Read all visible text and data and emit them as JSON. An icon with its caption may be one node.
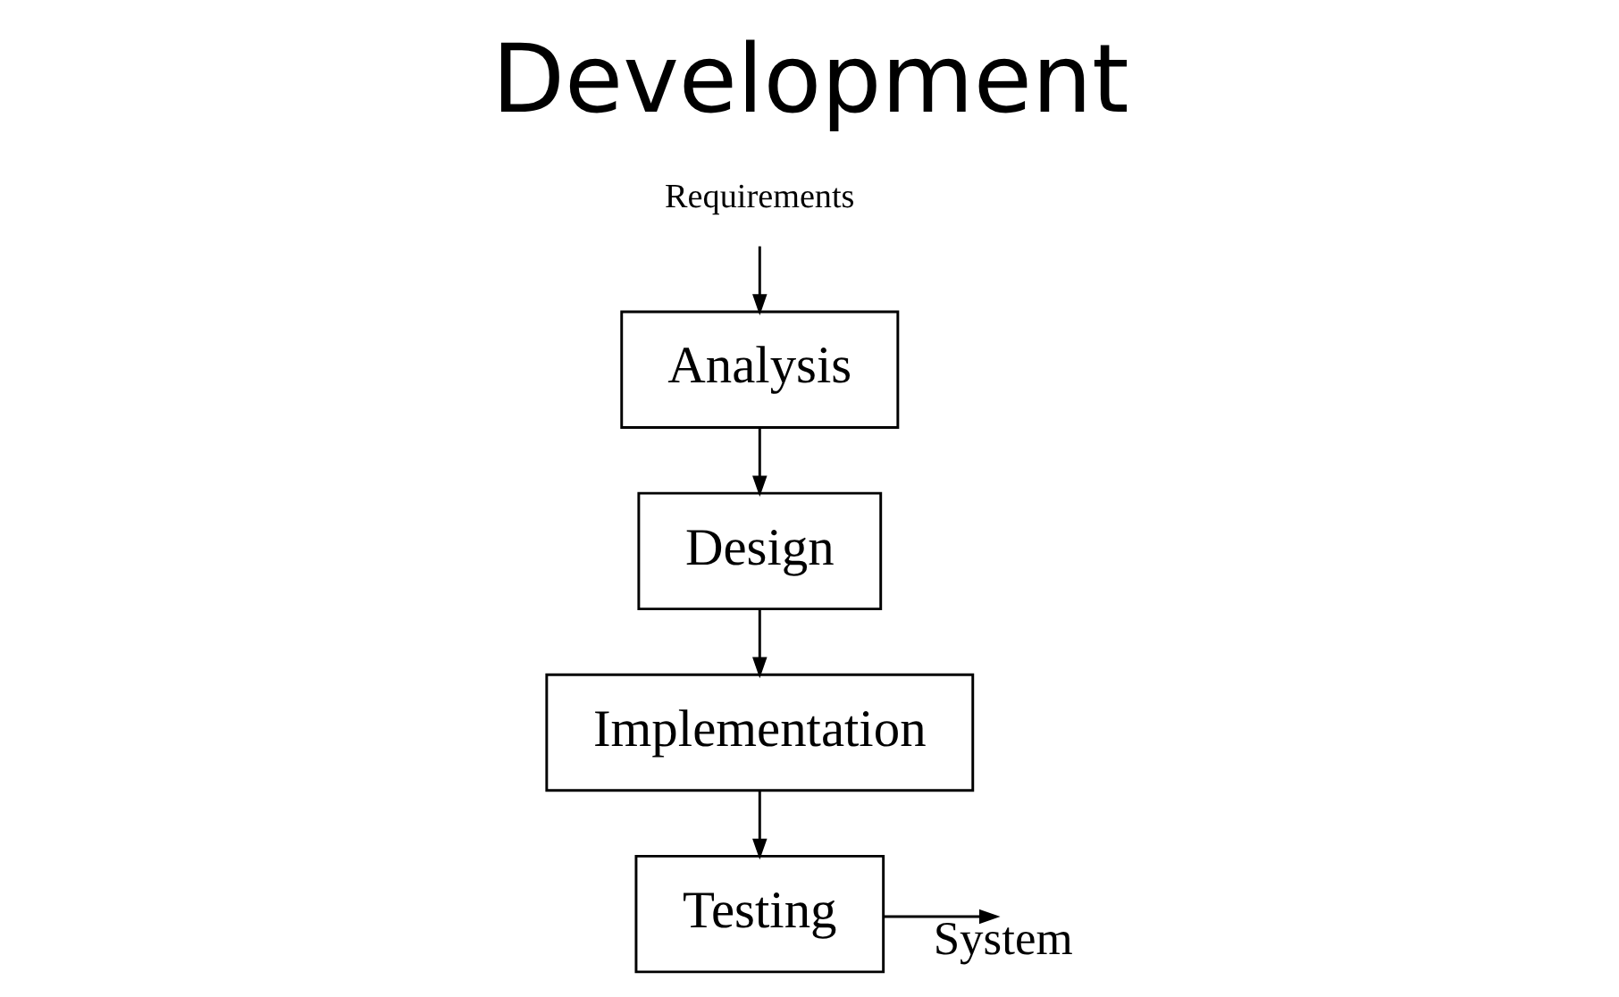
{
  "diagram": {
    "title": "Development",
    "nodes": [
      {
        "text": [
          "Requirements"
        ]
      },
      {
        "text": [
          "Analysis"
        ]
      },
      {
        "text": [
          "Design"
        ]
      },
      {
        "text": [
          "Implementation"
        ]
      },
      {
        "text": [
          "Testing"
        ]
      }
    ],
    "edges": [
      {
        "from": 0,
        "to": 1,
        "arrow": "to"
      },
      {
        "from": 1,
        "to": 2,
        "arrow": "to"
      },
      {
        "from": 2,
        "to": 3,
        "arrow": "to"
      },
      {
        "from": 3,
        "to": 4,
        "arrow": "to"
      },
      {
        "from": 4,
        "to": null,
        "arrow": "to",
        "label": "System"
      }
    ]
  }
}
